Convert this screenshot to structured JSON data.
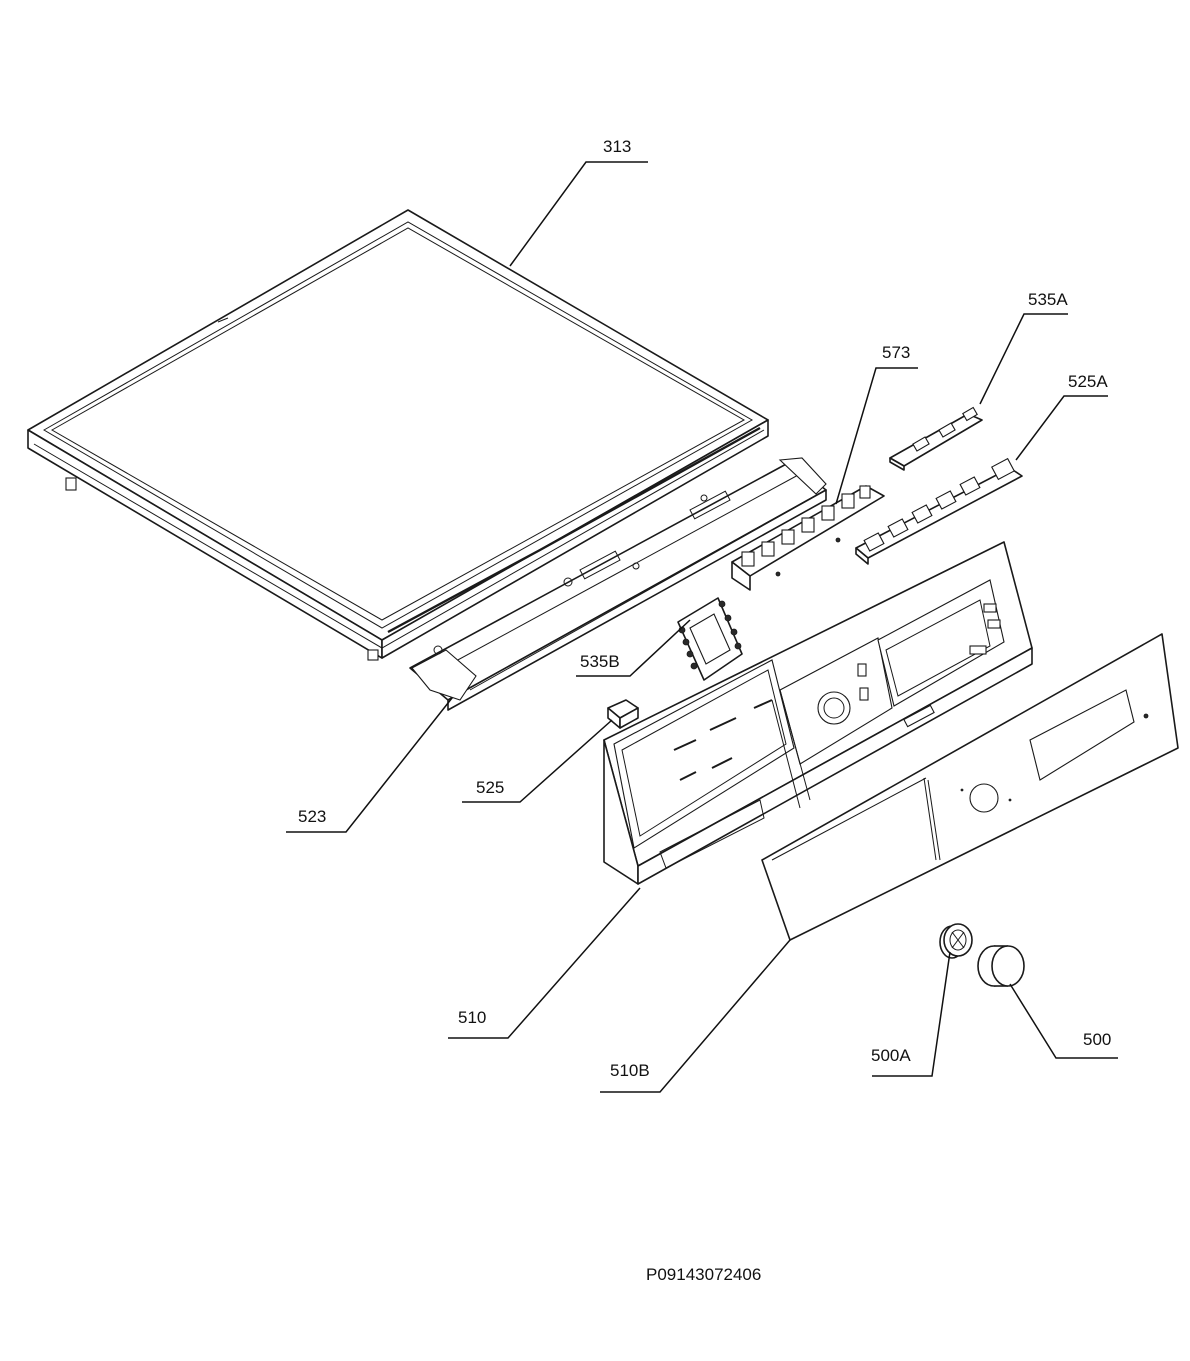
{
  "callouts": {
    "p313": "313",
    "p535A": "535A",
    "p573": "573",
    "p525A": "525A",
    "p535B": "535B",
    "p525": "525",
    "p523": "523",
    "p510": "510",
    "p510B": "510B",
    "p500A": "500A",
    "p500": "500"
  },
  "document_number": "P09143072406"
}
